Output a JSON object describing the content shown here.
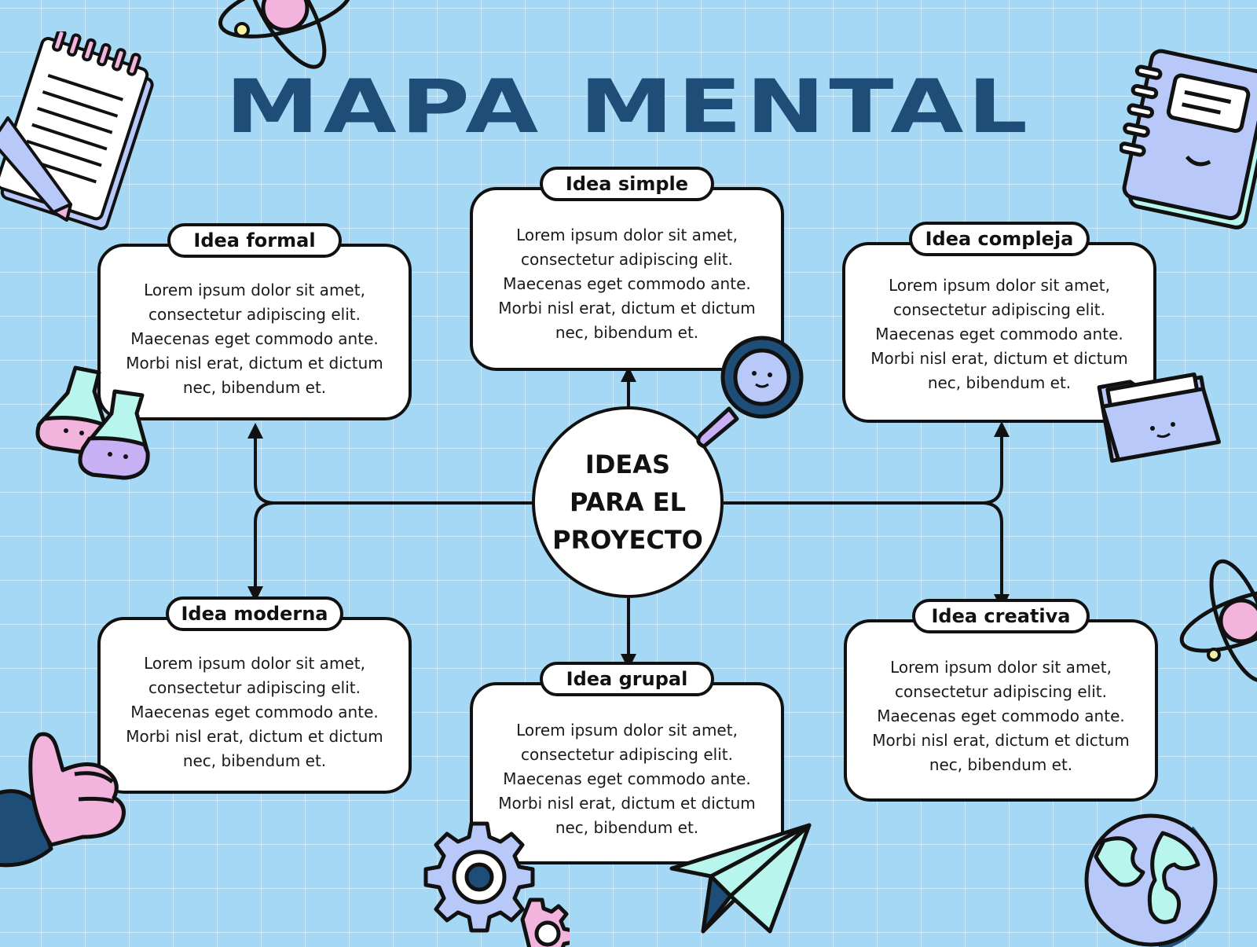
{
  "title": "MAPA MENTAL",
  "center": "IDEAS PARA EL PROYECTO",
  "lorem": "Lorem ipsum dolor sit amet, consectetur adipiscing elit. Maecenas eget commodo ante. Morbi nisl erat, dictum et dictum nec, bibendum et.",
  "nodes": [
    {
      "label": "Idea formal"
    },
    {
      "label": "Idea simple"
    },
    {
      "label": "Idea compleja"
    },
    {
      "label": "Idea moderna"
    },
    {
      "label": "Idea grupal"
    },
    {
      "label": "Idea creativa"
    }
  ],
  "colors": {
    "background": "#a5d8f5",
    "title": "#1e4d78",
    "pink": "#f2b3dc",
    "mint": "#b8f5ec",
    "periwinkle": "#b8c8f8",
    "navy": "#1e4d78"
  },
  "icons": [
    "notepad-icon",
    "atom-icon",
    "notebook-icon",
    "flasks-icon",
    "magnifier-icon",
    "folder-icon",
    "atom-icon",
    "thumbs-up-icon",
    "gears-icon",
    "paper-plane-icon",
    "globe-icon"
  ]
}
